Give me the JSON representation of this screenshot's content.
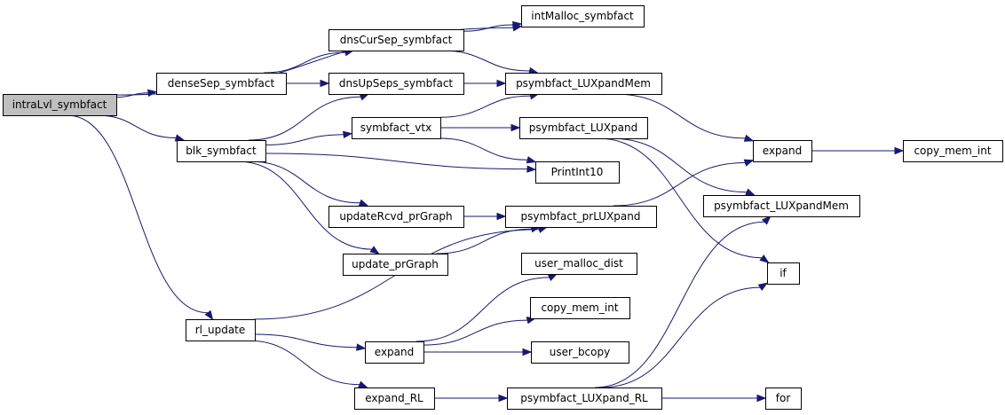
{
  "diagram": {
    "nodes": [
      {
        "id": "intraLvl",
        "label": "intraLvl_symbfact",
        "root": true
      },
      {
        "id": "denseSep",
        "label": "denseSep_symbfact"
      },
      {
        "id": "blk",
        "label": "blk_symbfact"
      },
      {
        "id": "rl_update",
        "label": "rl_update"
      },
      {
        "id": "intMalloc",
        "label": "intMalloc_symbfact"
      },
      {
        "id": "dnsCurSep",
        "label": "dnsCurSep_symbfact"
      },
      {
        "id": "dnsUpSeps",
        "label": "dnsUpSeps_symbfact"
      },
      {
        "id": "symbfact_vtx",
        "label": "symbfact_vtx"
      },
      {
        "id": "updateRcvd",
        "label": "updateRcvd_prGraph"
      },
      {
        "id": "update_prGraph",
        "label": "update_prGraph"
      },
      {
        "id": "expand_mid",
        "label": "expand"
      },
      {
        "id": "expand_RL",
        "label": "expand_RL"
      },
      {
        "id": "LUXpandMem_1",
        "label": "psymbfact_LUXpandMem"
      },
      {
        "id": "LUXpand",
        "label": "psymbfact_LUXpand"
      },
      {
        "id": "PrintInt10",
        "label": "PrintInt10"
      },
      {
        "id": "prLUXpand",
        "label": "psymbfact_prLUXpand"
      },
      {
        "id": "user_malloc_dist",
        "label": "user_malloc_dist"
      },
      {
        "id": "copy_mem_int_mid",
        "label": "copy_mem_int"
      },
      {
        "id": "user_bcopy",
        "label": "user_bcopy"
      },
      {
        "id": "LUXpand_RL",
        "label": "psymbfact_LUXpand_RL"
      },
      {
        "id": "expand_right",
        "label": "expand"
      },
      {
        "id": "LUXpandMem_2",
        "label": "psymbfact_LUXpandMem"
      },
      {
        "id": "if",
        "label": "if"
      },
      {
        "id": "for",
        "label": "for"
      },
      {
        "id": "copy_mem_int_right",
        "label": "copy_mem_int"
      }
    ],
    "edges": [
      {
        "from": "intraLvl",
        "to": "intMalloc"
      },
      {
        "from": "intraLvl",
        "to": "denseSep"
      },
      {
        "from": "intraLvl",
        "to": "blk"
      },
      {
        "from": "intraLvl",
        "to": "rl_update"
      },
      {
        "from": "denseSep",
        "to": "dnsCurSep"
      },
      {
        "from": "denseSep",
        "to": "dnsUpSeps"
      },
      {
        "from": "dnsCurSep",
        "to": "intMalloc"
      },
      {
        "from": "dnsCurSep",
        "to": "LUXpandMem_1"
      },
      {
        "from": "dnsUpSeps",
        "to": "LUXpandMem_1"
      },
      {
        "from": "blk",
        "to": "dnsUpSeps"
      },
      {
        "from": "blk",
        "to": "symbfact_vtx"
      },
      {
        "from": "blk",
        "to": "PrintInt10"
      },
      {
        "from": "blk",
        "to": "updateRcvd"
      },
      {
        "from": "blk",
        "to": "update_prGraph"
      },
      {
        "from": "symbfact_vtx",
        "to": "LUXpandMem_1"
      },
      {
        "from": "symbfact_vtx",
        "to": "LUXpand"
      },
      {
        "from": "symbfact_vtx",
        "to": "PrintInt10"
      },
      {
        "from": "updateRcvd",
        "to": "prLUXpand"
      },
      {
        "from": "update_prGraph",
        "to": "prLUXpand"
      },
      {
        "from": "rl_update",
        "to": "prLUXpand"
      },
      {
        "from": "rl_update",
        "to": "expand_mid"
      },
      {
        "from": "rl_update",
        "to": "expand_RL"
      },
      {
        "from": "expand_mid",
        "to": "user_malloc_dist"
      },
      {
        "from": "expand_mid",
        "to": "copy_mem_int_mid"
      },
      {
        "from": "expand_mid",
        "to": "user_bcopy"
      },
      {
        "from": "expand_RL",
        "to": "LUXpand_RL"
      },
      {
        "from": "LUXpandMem_1",
        "to": "expand_right"
      },
      {
        "from": "LUXpand",
        "to": "LUXpandMem_2"
      },
      {
        "from": "LUXpand",
        "to": "if"
      },
      {
        "from": "prLUXpand",
        "to": "expand_right"
      },
      {
        "from": "LUXpand_RL",
        "to": "LUXpandMem_2"
      },
      {
        "from": "LUXpand_RL",
        "to": "if"
      },
      {
        "from": "LUXpand_RL",
        "to": "for"
      },
      {
        "from": "expand_right",
        "to": "copy_mem_int_right"
      }
    ],
    "colors": {
      "edge": "#191970",
      "node_border": "#000000",
      "node_fill": "#ffffff",
      "root_fill": "#bfbfbf"
    }
  }
}
